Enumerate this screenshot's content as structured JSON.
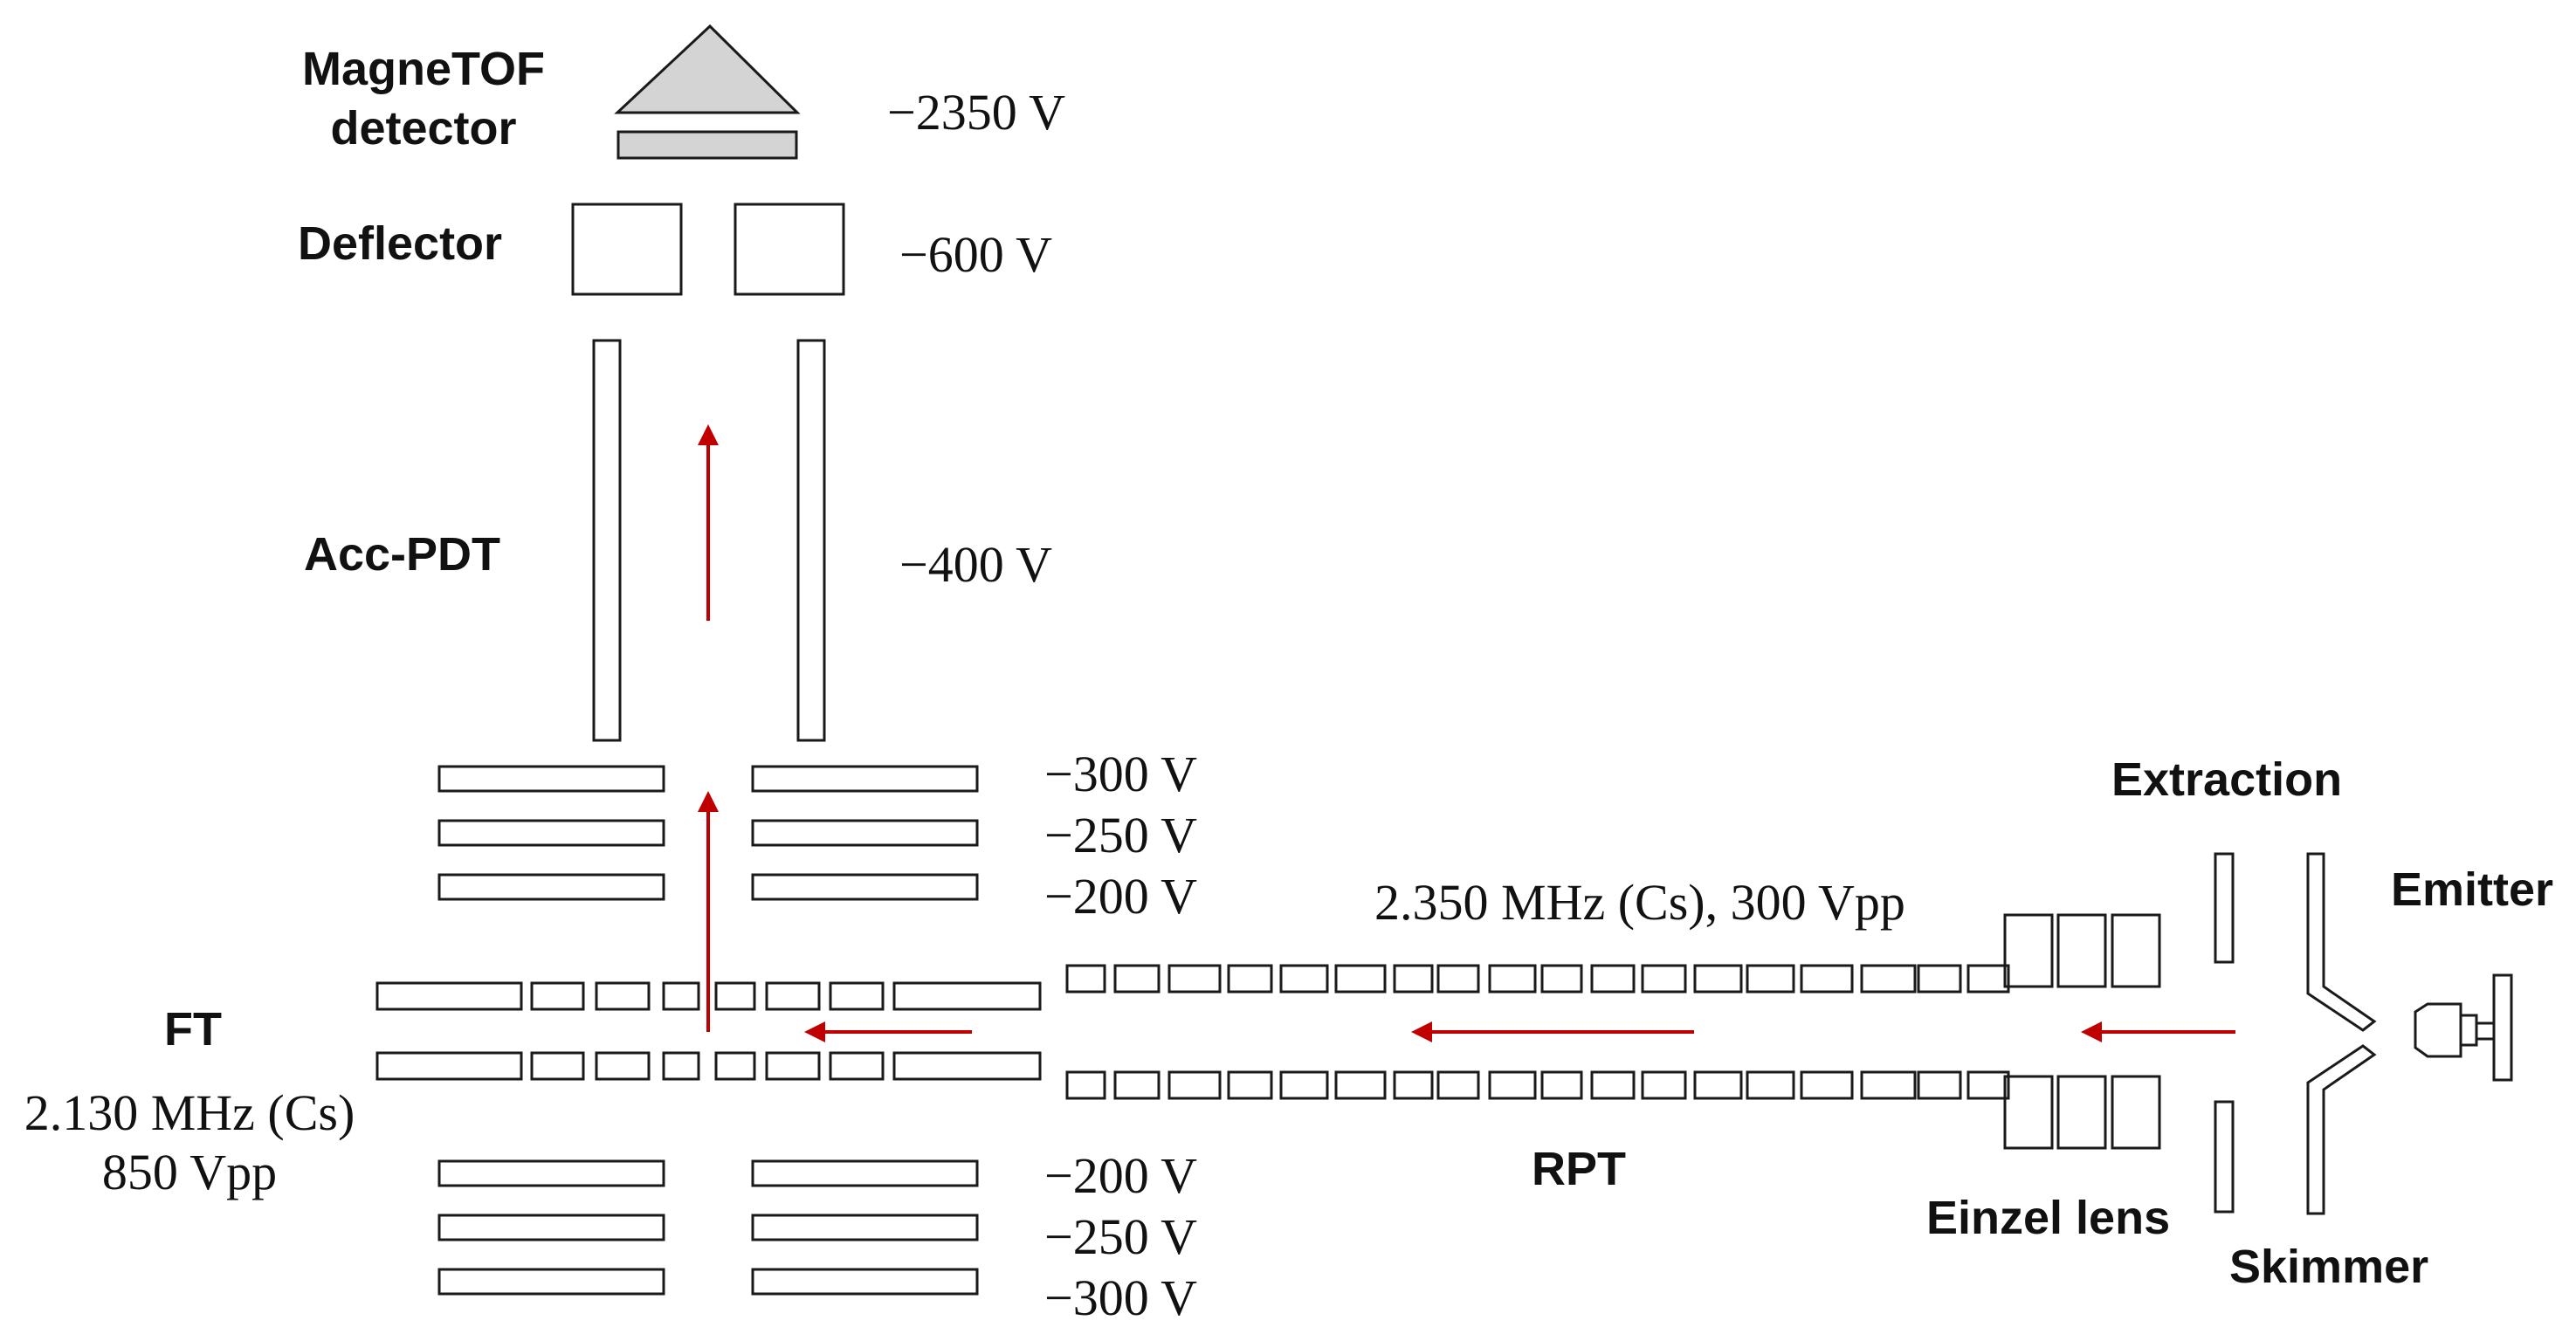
{
  "labels": {
    "magnetof_line1": "MagneTOF",
    "magnetof_line2": "detector",
    "deflector": "Deflector",
    "acc_pdt": "Acc-PDT",
    "ft": "FT",
    "ft_freq": "2.130 MHz (Cs)",
    "ft_vpp": "850 Vpp",
    "rpt": "RPT",
    "rpt_freq": "2.350 MHz (Cs), 300 Vpp",
    "einzel_lens": "Einzel lens",
    "extraction": "Extraction",
    "skimmer": "Skimmer",
    "emitter": "Emitter"
  },
  "voltages": {
    "detector": "−2350 V",
    "deflector": "−600 V",
    "acc_pdt": "−400 V",
    "upper": [
      "−300 V",
      "−250 V",
      "−200 V"
    ],
    "lower": [
      "−200 V",
      "−250 V",
      "−300 V"
    ]
  },
  "colors": {
    "stroke": "#1a1a1a",
    "arrow": "#c00000",
    "detector_fill": "#d4d4d4"
  }
}
